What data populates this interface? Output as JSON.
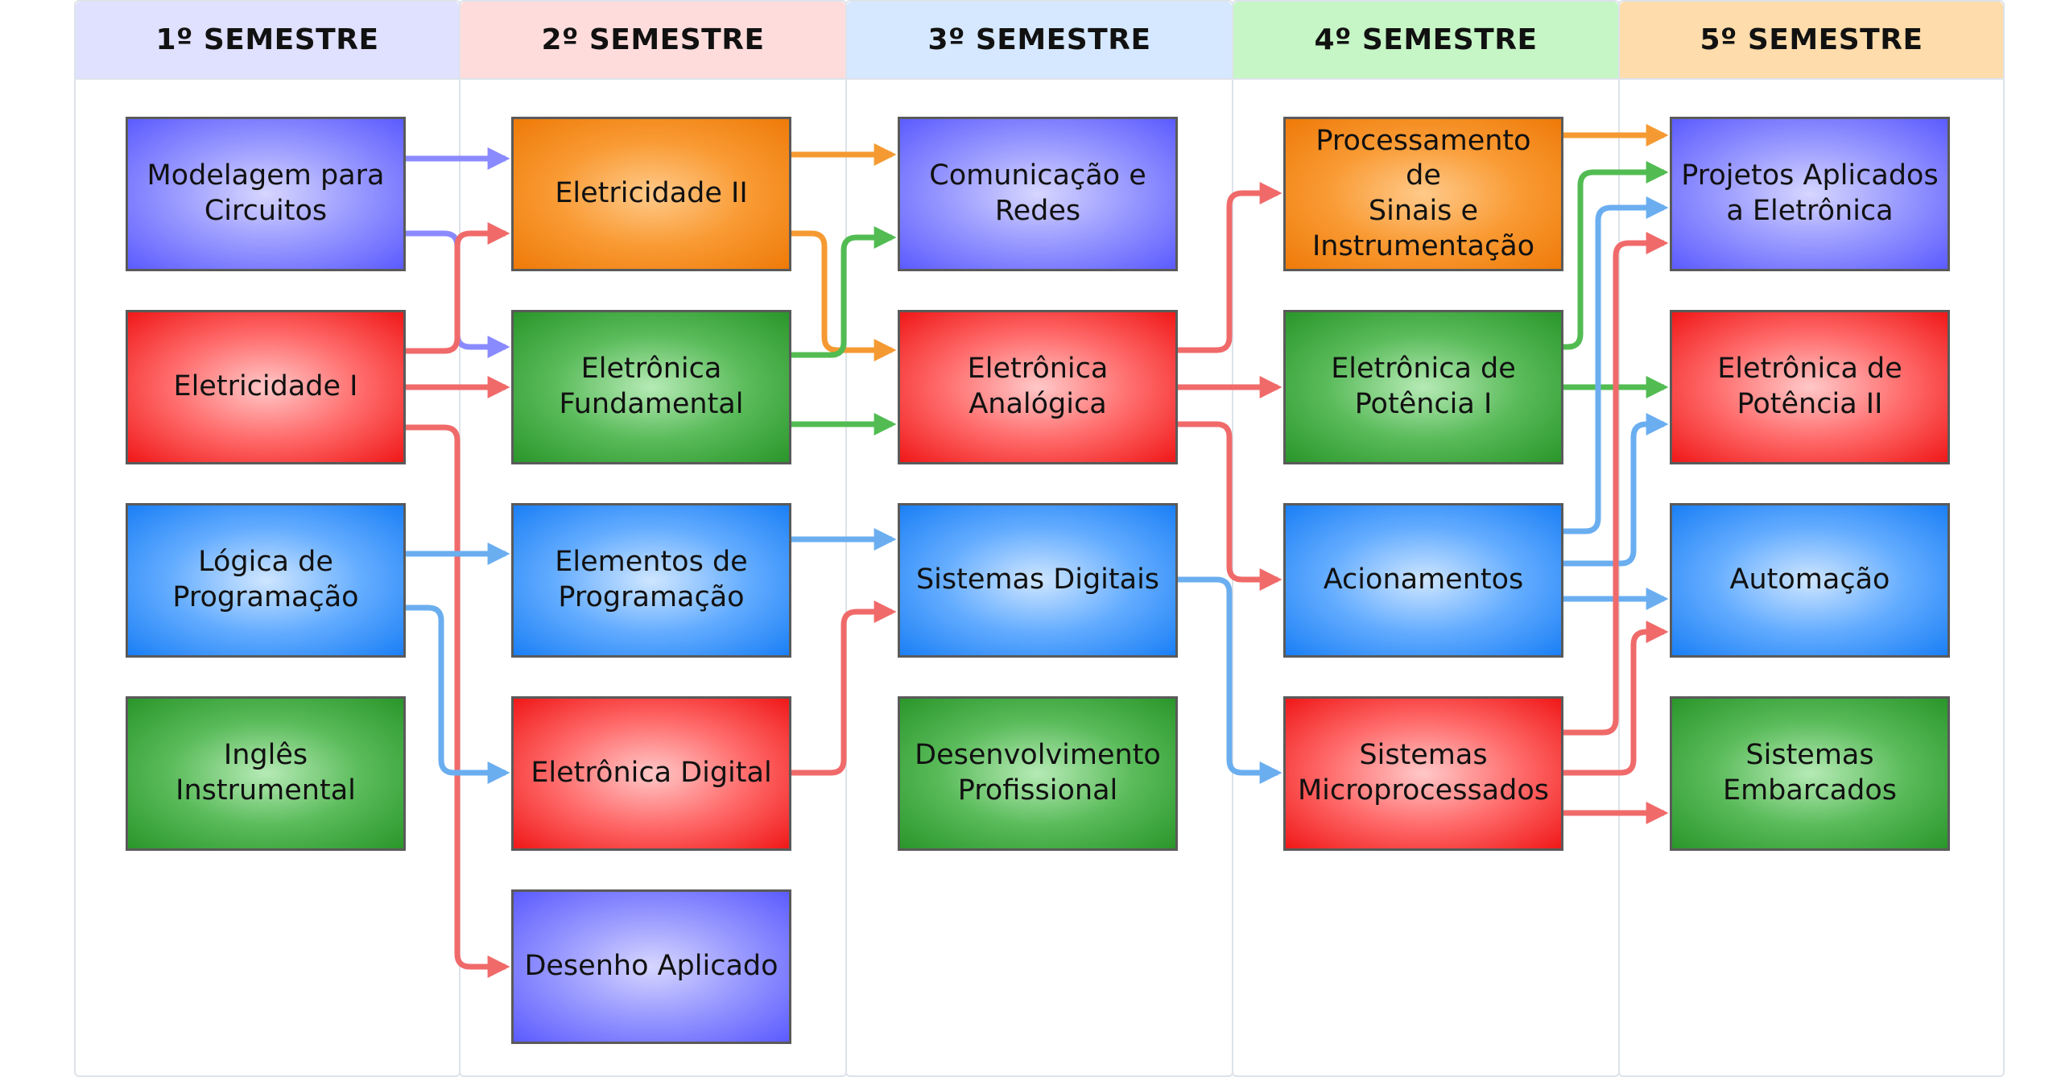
{
  "colors": {
    "purple": "#8a8aff",
    "orange": "#f59a32",
    "red": "#f06a6a",
    "blue": "#6aaef0",
    "green": "#52bc52",
    "semester_1_header": "#e0e0ff",
    "semester_2_header": "#ffdcdc",
    "semester_3_header": "#d6e8ff",
    "semester_4_header": "#c6f5c6",
    "semester_5_header": "#fedcab"
  },
  "semesters": [
    {
      "header": "1º SEMESTRE",
      "courses": [
        {
          "line1": "Modelagem para",
          "line2": "Circuitos",
          "color": "purple"
        },
        {
          "line1": "Eletricidade I",
          "line2": "",
          "color": "red"
        },
        {
          "line1": "Lógica de",
          "line2": "Programação",
          "color": "blue"
        },
        {
          "line1": "Inglês",
          "line2": "Instrumental",
          "color": "green"
        }
      ]
    },
    {
      "header": "2º SEMESTRE",
      "courses": [
        {
          "line1": "Eletricidade II",
          "line2": "",
          "color": "orange"
        },
        {
          "line1": "Eletrônica",
          "line2": "Fundamental",
          "color": "green"
        },
        {
          "line1": "Elementos de",
          "line2": "Programação",
          "color": "blue"
        },
        {
          "line1": "Eletrônica Digital",
          "line2": "",
          "color": "red"
        },
        {
          "line1": "Desenho Aplicado",
          "line2": "",
          "color": "purple"
        }
      ]
    },
    {
      "header": "3º SEMESTRE",
      "courses": [
        {
          "line1": "Comunicação e",
          "line2": "Redes",
          "color": "purple"
        },
        {
          "line1": "Eletrônica",
          "line2": "Analógica",
          "color": "red"
        },
        {
          "line1": "Sistemas Digitais",
          "line2": "",
          "color": "blue"
        },
        {
          "line1": "Desenvolvimento",
          "line2": "Profissional",
          "color": "green"
        }
      ]
    },
    {
      "header": "4º SEMESTRE",
      "courses": [
        {
          "line1": "Processamento de",
          "line2": "Sinais e",
          "line3": "Instrumentação",
          "color": "orange"
        },
        {
          "line1": "Eletrônica de",
          "line2": "Potência I",
          "color": "green"
        },
        {
          "line1": "Acionamentos",
          "line2": "",
          "color": "blue"
        },
        {
          "line1": "Sistemas",
          "line2": "Microprocessados",
          "color": "red"
        }
      ]
    },
    {
      "header": "5º SEMESTRE",
      "courses": [
        {
          "line1": "Projetos Aplicados",
          "line2": "a Eletrônica",
          "color": "purple"
        },
        {
          "line1": "Eletrônica de",
          "line2": "Potência II",
          "color": "red"
        },
        {
          "line1": "Automação",
          "line2": "",
          "color": "blue"
        },
        {
          "line1": "Sistemas",
          "line2": "Embarcados",
          "color": "green"
        }
      ]
    }
  ]
}
